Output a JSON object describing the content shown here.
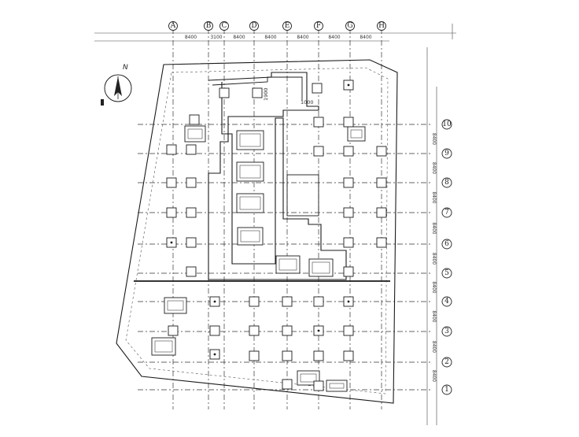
{
  "north_label": "N",
  "col_axes": [
    "A",
    "B",
    "C",
    "D",
    "E",
    "F",
    "G",
    "H"
  ],
  "row_axes": [
    "10",
    "9",
    "8",
    "7",
    "6",
    "5",
    "4",
    "3",
    "2",
    "1"
  ],
  "col_spacings": [
    "8400",
    "3100",
    "8400",
    "8400",
    "8400",
    "8400",
    "8400"
  ],
  "row_spacings": [
    "8400",
    "8400",
    "8400",
    "8400",
    "8400",
    "8400",
    "8400",
    "8400",
    "8400"
  ],
  "notes": [
    "1900",
    "1000"
  ]
}
